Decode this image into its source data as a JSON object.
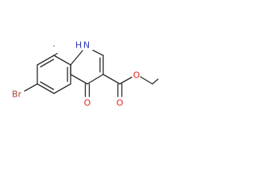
{
  "molecule": {
    "atoms": {
      "nh": "H",
      "nn": "N",
      "br": "Br",
      "o_keto": "O",
      "o_ester_dbl": "O",
      "o_ester_sgl": "O"
    },
    "colors": {
      "bond": "#2a2a2a",
      "nitrogen": "#2f3bb5",
      "oxygen": "#e4241c",
      "bromine": "#a6442a"
    }
  }
}
